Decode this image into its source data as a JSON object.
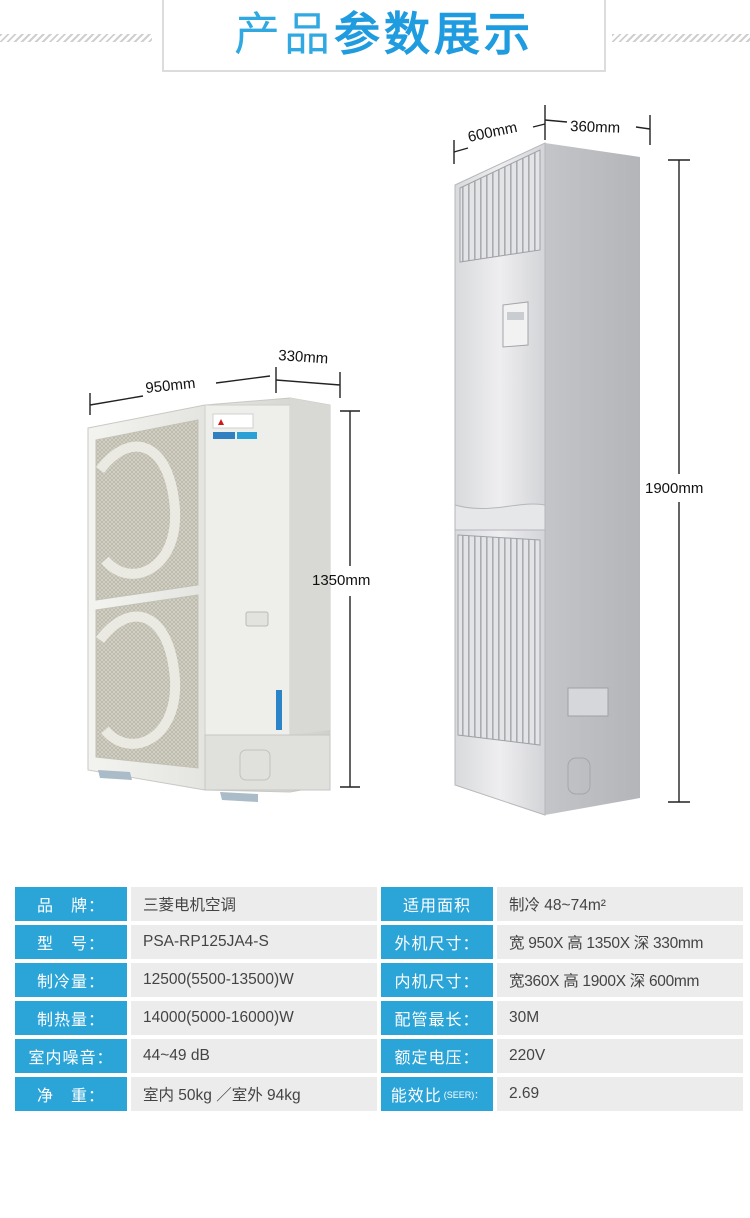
{
  "header": {
    "title_light": "产品",
    "title_bold": "参数展示"
  },
  "dimensions": {
    "outdoor_width": "950mm",
    "outdoor_depth": "330mm",
    "outdoor_height": "1350mm",
    "indoor_width": "600mm",
    "indoor_depth": "360mm",
    "indoor_height": "1900mm"
  },
  "specs": [
    {
      "l_label": "品　牌：",
      "l_value": "三菱电机空调",
      "r_label": "适用面积",
      "r_value": "制冷 48~74m²"
    },
    {
      "l_label": "型　号：",
      "l_value": "PSA-RP125JA4-S",
      "r_label": "外机尺寸：",
      "r_value": "宽 950X 高 1350X 深 330mm"
    },
    {
      "l_label": "制冷量：",
      "l_value": "12500(5500-13500)W",
      "r_label": "内机尺寸：",
      "r_value": "宽360X 高 1900X 深 600mm"
    },
    {
      "l_label": "制热量：",
      "l_value": "14000(5000-16000)W",
      "r_label": "配管最长：",
      "r_value": "30M"
    },
    {
      "l_label": "室内噪音：",
      "l_value": "44~49 dB",
      "r_label": "额定电压：",
      "r_value": "220V"
    },
    {
      "l_label": "净　重：",
      "l_value": "室内 50kg ／室外 94kg",
      "r_label": "能效比",
      "r_label_small": "(SEER)：",
      "r_value": "2.69"
    }
  ],
  "colors": {
    "accent": "#2ba4d8",
    "title": "#1f9be0",
    "cell_bg": "#ececec"
  }
}
